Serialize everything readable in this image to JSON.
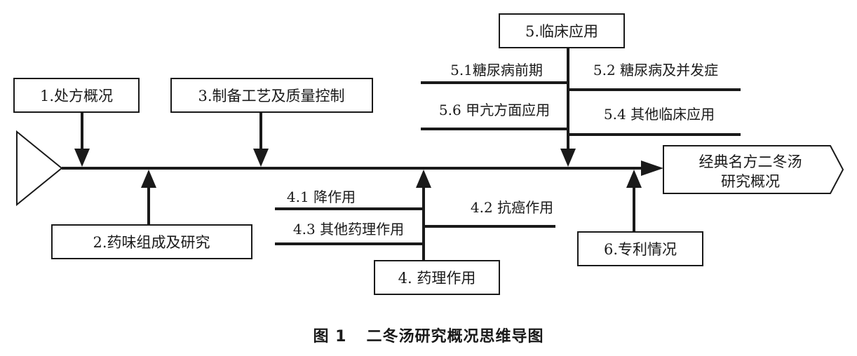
{
  "nodes": {
    "n1": "1.处方概况",
    "n2": "2.药味组成及研究",
    "n3": "3.制备工艺及质量控制",
    "n4": "4. 药理作用",
    "n4_1": "4.1 降作用",
    "n4_2": "4.2 抗癌作用",
    "n4_3": "4.3 其他药理作用",
    "n5": "5.临床应用",
    "n5_1": "5.1糖尿病前期",
    "n5_2": "5.2 糖尿病及并发症",
    "n5_6": "5.6 甲亢方面应用",
    "n5_4": "5.4 其他临床应用",
    "n6": "6.专利情况",
    "head_line1": "经典名方二冬汤",
    "head_line2": "研究概况"
  },
  "caption": {
    "figure_number": "图 1",
    "title": "二冬汤研究概况思维导图"
  }
}
